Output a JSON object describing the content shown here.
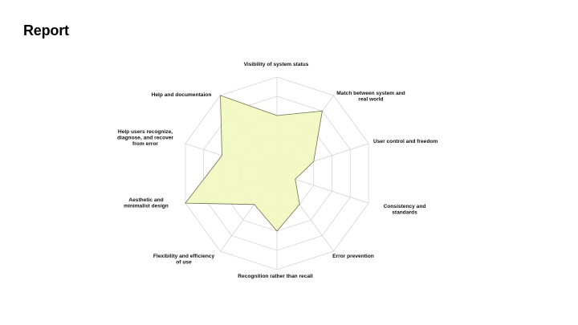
{
  "title": "Report",
  "chart_data": {
    "type": "radar",
    "title": "Report",
    "axes": [
      "Visibility of system status",
      "Match between system and real world",
      "User control and freedom",
      "Consistency and standards",
      "Error prevention",
      "Recognition rather than recall",
      "Flexibility and efficiency of use",
      "Aesthetic and minimalist design",
      "Help users recognize, diagnose, and recover from error",
      "Help and documentaion"
    ],
    "values": [
      3,
      4,
      2,
      1,
      2,
      3,
      2,
      5,
      3,
      5
    ],
    "range": [
      0,
      5
    ],
    "rings": 5,
    "colors": {
      "fill": "#f1f8bf",
      "stroke": "#6f7050",
      "grid": "#d4d4d4"
    }
  }
}
